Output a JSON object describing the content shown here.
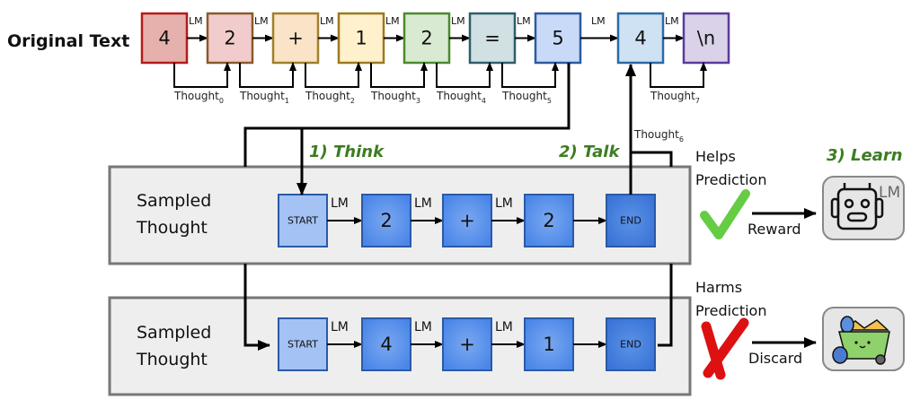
{
  "original_text": {
    "label": "Original Text",
    "tokens": [
      {
        "text": "4",
        "fill": "#e6b1ad",
        "stroke": "#b31b1b"
      },
      {
        "text": "2",
        "fill": "#f2cccc",
        "stroke": "#8a5a2b"
      },
      {
        "text": "+",
        "fill": "#fbe3c7",
        "stroke": "#a0812a"
      },
      {
        "text": "1",
        "fill": "#fff1cc",
        "stroke": "#9b7a1f"
      },
      {
        "text": "2",
        "fill": "#d9ead3",
        "stroke": "#4a8a2c"
      },
      {
        "text": "=",
        "fill": "#d0e0e3",
        "stroke": "#2e5e6a"
      },
      {
        "text": "5",
        "fill": "#c9daf8",
        "stroke": "#2c5aa0"
      },
      {
        "text": "4",
        "fill": "#cfe2f3",
        "stroke": "#2a6aa8"
      },
      {
        "text": "\\n",
        "fill": "#d9d2e9",
        "stroke": "#5b3a9a"
      }
    ],
    "lm_label": "LM",
    "thoughts": [
      "Thought_0",
      "Thought_1",
      "Thought_2",
      "Thought_3",
      "Thought_4",
      "Thought_5",
      "Thought_7"
    ],
    "thought_word": "Thought",
    "thought_subs": [
      "0",
      "1",
      "2",
      "3",
      "4",
      "5",
      "7"
    ],
    "thought6_sub": "6"
  },
  "steps": {
    "think": "1) Think",
    "talk": "2) Talk",
    "learn": "3) Learn"
  },
  "sampled_thoughts": [
    {
      "label_line1": "Sampled",
      "label_line2": "Thought",
      "tokens": [
        "START",
        "2",
        "+",
        "2",
        "END"
      ],
      "outcome_line1": "Helps",
      "outcome_line2": "Prediction",
      "outcome_icon": "check-icon",
      "action": "Reward",
      "target_icon": "robot-lm-icon",
      "target_label": "LM"
    },
    {
      "label_line1": "Sampled",
      "label_line2": "Thought",
      "tokens": [
        "START",
        "4",
        "+",
        "1",
        "END"
      ],
      "outcome_line1": "Harms",
      "outcome_line2": "Prediction",
      "outcome_icon": "cross-icon",
      "action": "Discard",
      "target_icon": "trash-bin-icon"
    }
  ],
  "colors": {
    "step_green": "#3c7d22",
    "check_green": "#66cc44",
    "cross_red": "#dd1111",
    "panel_fill": "#eeeeee",
    "panel_stroke": "#777777",
    "start_fill": "#a4c2f4",
    "token_fill": "#4a86e8",
    "end_fill": "#3c78d8"
  }
}
